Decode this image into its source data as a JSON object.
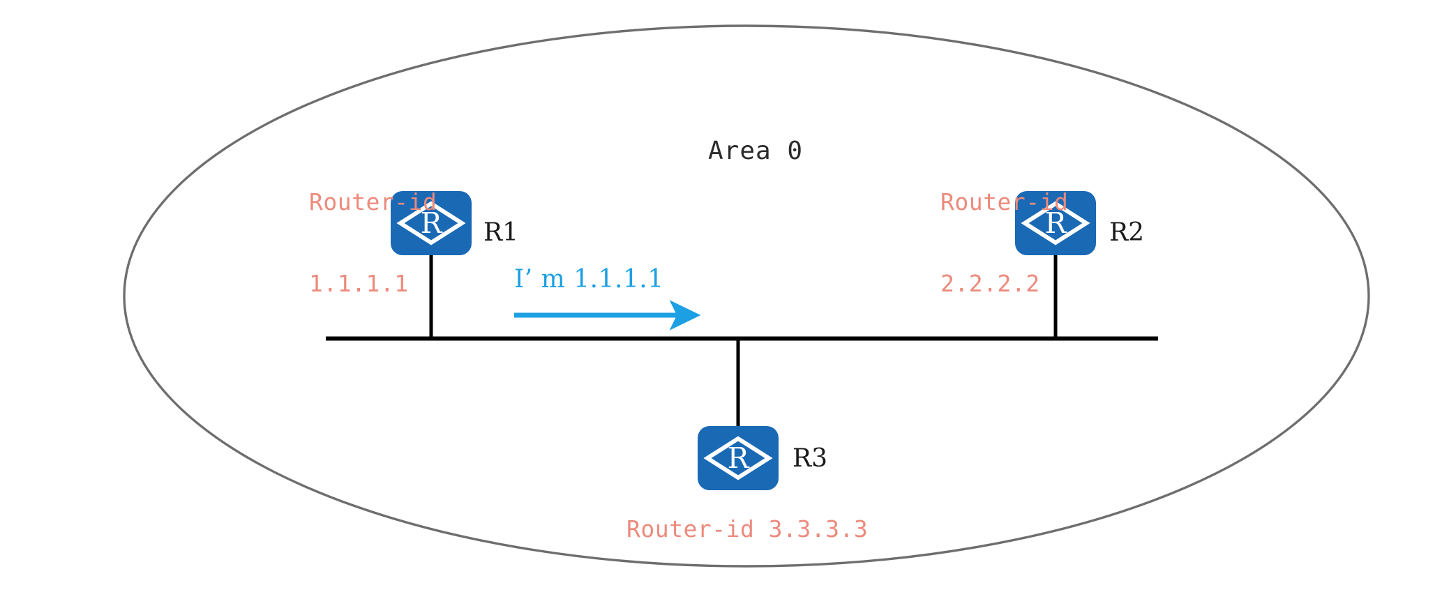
{
  "diagram": {
    "type": "network-topology",
    "title_label": "Area 0",
    "area_boundary": {
      "shape": "ellipse",
      "stroke_color": "#6E6E6E",
      "stroke_width": 3,
      "fill": "none"
    },
    "colors": {
      "router_blue": "#1A69B5",
      "router_glyph": "#FFFFFF",
      "accent_blue": "#1CA0E3",
      "router_id_salmon": "#EC8A7C",
      "link_black": "#000000",
      "boundary_gray": "#6E6E6E",
      "label_black": "#1A1A1A"
    },
    "routers": [
      {
        "id": "r1",
        "name": "R1",
        "glyph": "R",
        "icon": "router-icon",
        "router_id_caption_line1": "Router-id",
        "router_id_caption_line2": "1.1.1.1"
      },
      {
        "id": "r2",
        "name": "R2",
        "glyph": "R",
        "icon": "router-icon",
        "router_id_caption_line1": "Router-id",
        "router_id_caption_line2": "2.2.2.2"
      },
      {
        "id": "r3",
        "name": "R3",
        "glyph": "R",
        "icon": "router-icon",
        "router_id_caption_line1": "Router-id 3.3.3.3",
        "router_id_caption_line2": ""
      }
    ],
    "annotation": {
      "message_text": "I’ m 1.1.1.1",
      "arrow": "right-arrow-icon",
      "arrow_direction": "right",
      "arrow_color": "#1CA0E3"
    },
    "links": {
      "bus_label": "ethernet-segment",
      "connected": [
        "R1",
        "R2",
        "R3"
      ]
    }
  }
}
